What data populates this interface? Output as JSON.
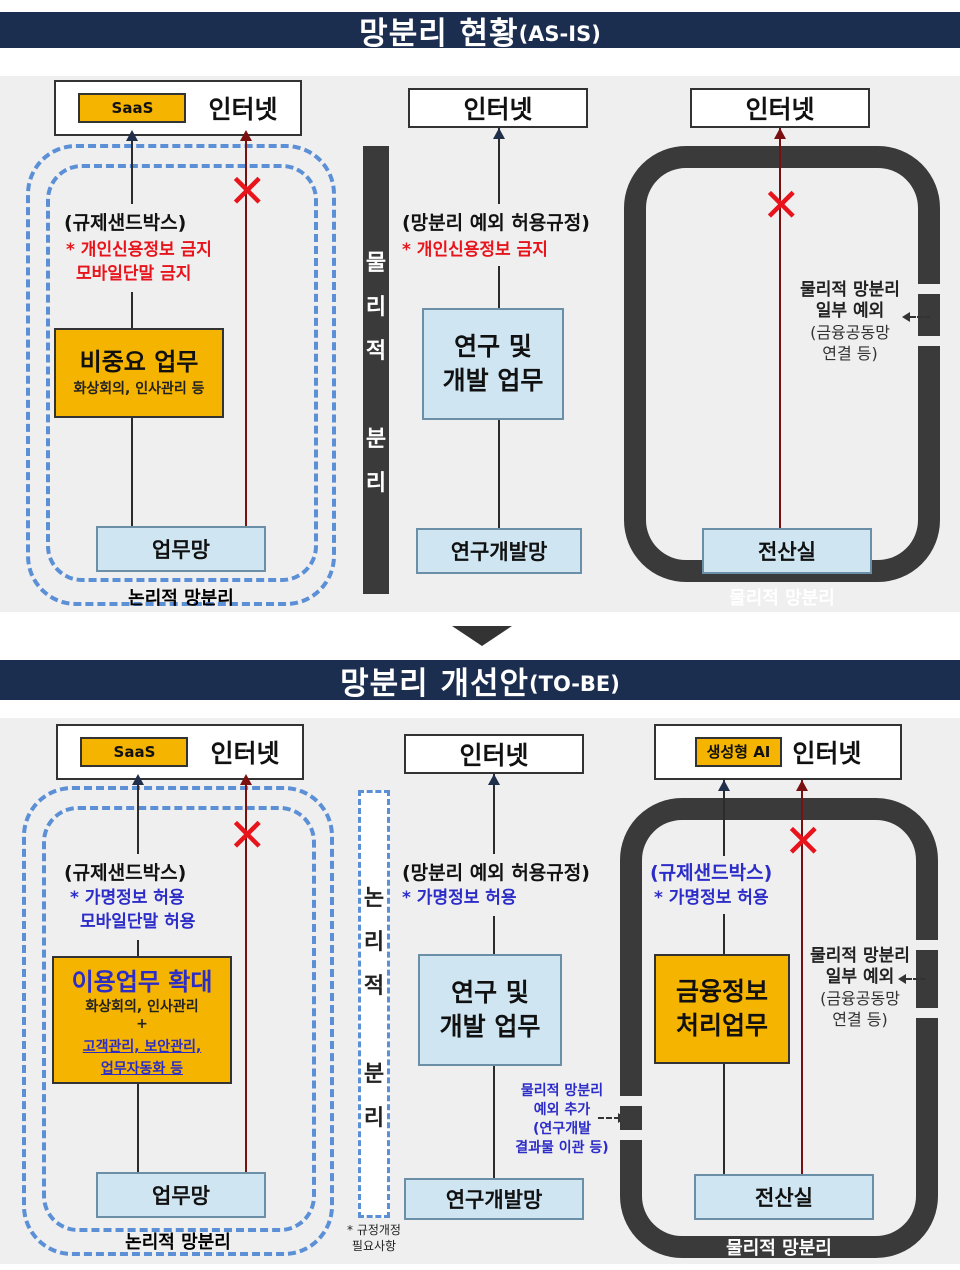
{
  "asis": {
    "title": "망분리 현황",
    "title_sub": "(AS-IS)",
    "left": {
      "saas": "SaaS",
      "internet": "인터넷",
      "sandbox": "(규제샌드박스)",
      "note1": "* 개인신용정보 금지",
      "note2": "모바일단말 금지",
      "work_title": "비중요 업무",
      "work_sub": "화상회의, 인사관리 등",
      "net": "업무망",
      "bottom": "논리적 망분리"
    },
    "divider": [
      "물",
      "리",
      "적",
      "분",
      "리"
    ],
    "middle": {
      "internet": "인터넷",
      "rule": "(망분리 예외 허용규정)",
      "note": "* 개인신용정보 금지",
      "work_line1": "연구 및",
      "work_line2": "개발 업무",
      "net": "연구개발망"
    },
    "right": {
      "internet": "인터넷",
      "exc1": "물리적 망분리",
      "exc2": "일부 예외",
      "exc3": "(금융공동망",
      "exc4": "연결 등)",
      "net": "전산실",
      "bottom": "물리적 망분리"
    }
  },
  "tobe": {
    "title": "망분리 개선안",
    "title_sub": "(TO-BE)",
    "left": {
      "saas": "SaaS",
      "internet": "인터넷",
      "sandbox": "(규제샌드박스)",
      "note1": "* 가명정보 허용",
      "note2": "모바일단말 허용",
      "work_title": "이용업무 확대",
      "work_sub": "화상회의, 인사관리",
      "plus": "+",
      "ext1": "고객관리, 보안관리,",
      "ext2": "업무자동화 등",
      "net": "업무망",
      "bottom": "논리적 망분리"
    },
    "divider": [
      "논",
      "리",
      "적",
      "분",
      "리"
    ],
    "divider_note1": "* 규정개정",
    "divider_note2": "필요사항",
    "middle": {
      "internet": "인터넷",
      "rule": "(망분리 예외 허용규정)",
      "note": "* 가명정보 허용",
      "work_line1": "연구 및",
      "work_line2": "개발 업무",
      "add1": "물리적 망분리",
      "add2": "예외 추가",
      "add3": "(연구개발",
      "add4": "결과물 이관 등)",
      "net": "연구개발망"
    },
    "right": {
      "ai": "생성형 AI",
      "internet": "인터넷",
      "sandbox": "(규제샌드박스)",
      "note": "* 가명정보 허용",
      "work_line1": "금융정보",
      "work_line2": "처리업무",
      "exc1": "물리적 망분리",
      "exc2": "일부 예외",
      "exc3": "(금융공동망",
      "exc4": "연결 등)",
      "net": "전산실",
      "bottom": "물리적 망분리"
    }
  },
  "colors": {
    "banner": "#1c2e4f",
    "accent_orange": "#f5b400",
    "warning_red": "#e8141c",
    "allow_blue": "#2c2cc8",
    "dashed_blue": "#5b8fd6",
    "box_blue": "#cfe6f2"
  }
}
